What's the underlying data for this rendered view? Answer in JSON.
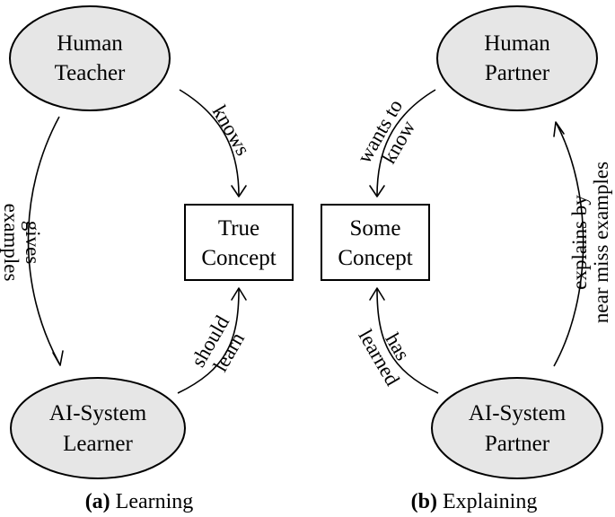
{
  "panel_a": {
    "teacher": {
      "line1": "Human",
      "line2": "Teacher"
    },
    "learner": {
      "line1": "AI-System",
      "line2": "Learner"
    },
    "concept": {
      "line1": "True",
      "line2": "Concept"
    },
    "edges": {
      "gives_examples": {
        "line1": "gives",
        "line2": "examples"
      },
      "knows": {
        "line1": "knows"
      },
      "should_learn": {
        "line1": "should",
        "line2": "learn"
      }
    },
    "caption": {
      "letter": "(a)",
      "text": "Learning"
    }
  },
  "panel_b": {
    "partner_top": {
      "line1": "Human",
      "line2": "Partner"
    },
    "partner_bottom": {
      "line1": "AI-System",
      "line2": "Partner"
    },
    "concept": {
      "line1": "Some",
      "line2": "Concept"
    },
    "edges": {
      "wants_to_know": {
        "line1": "wants to",
        "line2": "know"
      },
      "has_learned": {
        "line1": "has",
        "line2": "learned"
      },
      "explains": {
        "line1": "explains by",
        "line2": "near miss examples"
      }
    },
    "caption": {
      "letter": "(b)",
      "text": "Explaining"
    }
  }
}
